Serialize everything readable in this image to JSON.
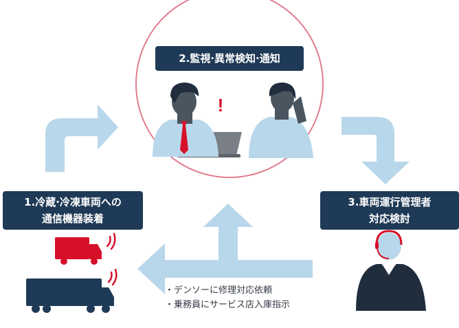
{
  "steps": {
    "step1": {
      "line1": "1.冷蔵·冷凍車両への",
      "line2": "通信機器装着"
    },
    "step2": {
      "label": "2.監視·異常検知·通知"
    },
    "step3": {
      "line1": "3.車両運行管理者",
      "line2": "対応検討"
    }
  },
  "alert_mark": "!",
  "note": {
    "items": [
      "・デンソーに修理対応依頼",
      "・乗務員にサービス店入庫指示"
    ]
  },
  "colors": {
    "label_bg": "#1f3a56",
    "arrow": "#b9d7ea",
    "circle": "#e07b8c",
    "accent_red": "#d7102a",
    "truck_dark": "#1f3a56",
    "shirt": "#b9d7ea",
    "skin": "#4a5560"
  }
}
